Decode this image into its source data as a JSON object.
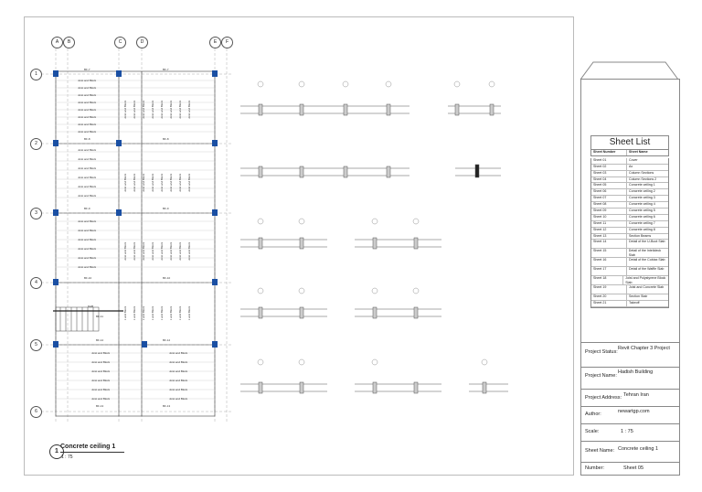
{
  "grid": {
    "columns": [
      "A",
      "B",
      "C",
      "D",
      "E",
      "F"
    ],
    "rows": [
      "1",
      "2",
      "3",
      "4",
      "5",
      "6"
    ]
  },
  "plan": {
    "joist_label": "Joist and Block",
    "beam_labels": [
      "BF-7",
      "BF-8",
      "BF-9",
      "BF-10",
      "BF-11",
      "BF-12",
      "BF-13"
    ],
    "stair_label": "DAB"
  },
  "view_title": {
    "number": "1",
    "name": "Concrete ceiling 1",
    "scale": "1 : 75"
  },
  "sheet_list": {
    "title": "Sheet List",
    "headers": [
      "Sheet Number",
      "Sheet Name"
    ],
    "rows": [
      [
        "Sheet 01",
        "Cover"
      ],
      [
        "Sheet 02",
        "Ax"
      ],
      [
        "Sheet 03",
        "Column Sections"
      ],
      [
        "Sheet 04",
        "Column Sections 2"
      ],
      [
        "Sheet 05",
        "Concrete ceiling 1"
      ],
      [
        "Sheet 06",
        "Concrete ceiling 2"
      ],
      [
        "Sheet 07",
        "Concrete ceiling 3"
      ],
      [
        "Sheet 08",
        "Concrete ceiling 4"
      ],
      [
        "Sheet 09",
        "Concrete ceiling 5"
      ],
      [
        "Sheet 10",
        "Concrete ceiling 6"
      ],
      [
        "Sheet 11",
        "Concrete ceiling 7"
      ],
      [
        "Sheet 12",
        "Concrete ceiling 8"
      ],
      [
        "Sheet 13",
        "Section Beams"
      ],
      [
        "Sheet 14",
        "Detail of the U-Boot Slab"
      ],
      [
        "Sheet 15",
        "Detail of the Intelideck Slab"
      ],
      [
        "Sheet 16",
        "Detail of the Cobiax Slab"
      ],
      [
        "Sheet 17",
        "Detail of the Waffle Slab"
      ],
      [
        "Sheet 18",
        "Joist and Polystyrene Block Slab"
      ],
      [
        "Sheet 19",
        "Joist and Concrete Slab"
      ],
      [
        "Sheet 20",
        "Section Stair"
      ],
      [
        "Sheet 21",
        "Takeoff"
      ]
    ]
  },
  "title_block": {
    "project_status_label": "Project Status:",
    "project_status": "Revit Chapter 3 Project",
    "project_name_label": "Project Name:",
    "project_name": "Hadish Building",
    "project_address_label": "Project Address:",
    "project_address": "Tehran Iran",
    "author_label": "Author:",
    "author": "newartgp.com",
    "scale_label": "Scale:",
    "scale": "1 : 75",
    "sheet_name_label": "Sheet Name:",
    "sheet_name": "Concrete ceiling 1",
    "number_label": "Number:",
    "number": "Sheet 05"
  },
  "colors": {
    "column": "#1a4fa3",
    "line": "#333333"
  }
}
